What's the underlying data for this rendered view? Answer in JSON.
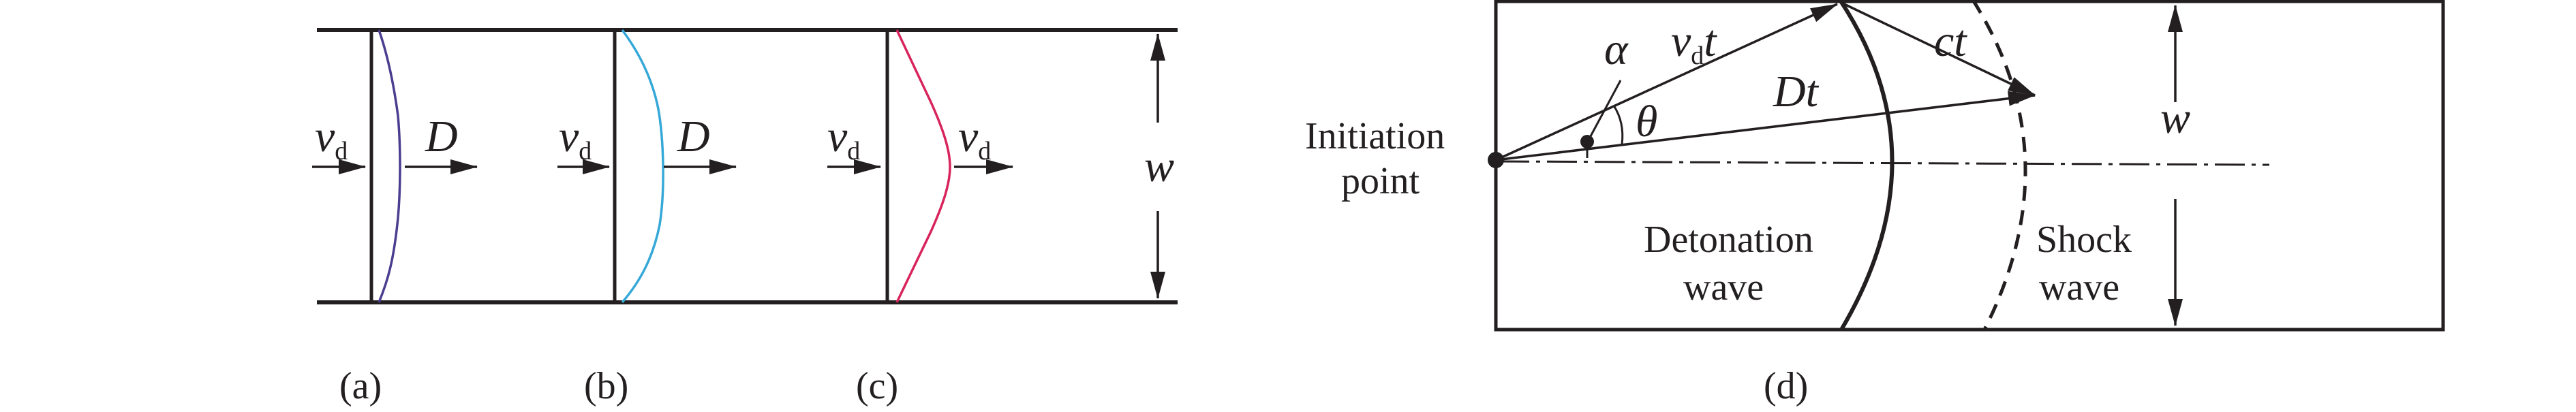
{
  "panels": {
    "a": {
      "caption": "(a)",
      "left_label": "v",
      "left_sub": "d",
      "right_label": "D",
      "right_sub": ""
    },
    "b": {
      "caption": "(b)",
      "left_label": "v",
      "left_sub": "d",
      "right_label": "D",
      "right_sub": ""
    },
    "c": {
      "caption": "(c)",
      "left_label": "v",
      "left_sub": "d",
      "right_label": "v",
      "right_sub": "d"
    },
    "width_label": "w"
  },
  "panel_d": {
    "caption": "(d)",
    "initiation_line1": "Initiation",
    "initiation_line2": "point",
    "alpha": "α",
    "theta": "θ",
    "vdt_v": "v",
    "vdt_sub": "d",
    "vdt_t": "t",
    "ct": "ct",
    "dt": "Dt",
    "w": "w",
    "detonation_line1": "Detonation",
    "detonation_line2": "wave",
    "shock_line1": "Shock",
    "shock_line2": "wave"
  },
  "colors": {
    "ink": "#231f20",
    "front_a": "#4b3d8f",
    "front_b": "#35a8d8",
    "front_c": "#d8245c"
  }
}
